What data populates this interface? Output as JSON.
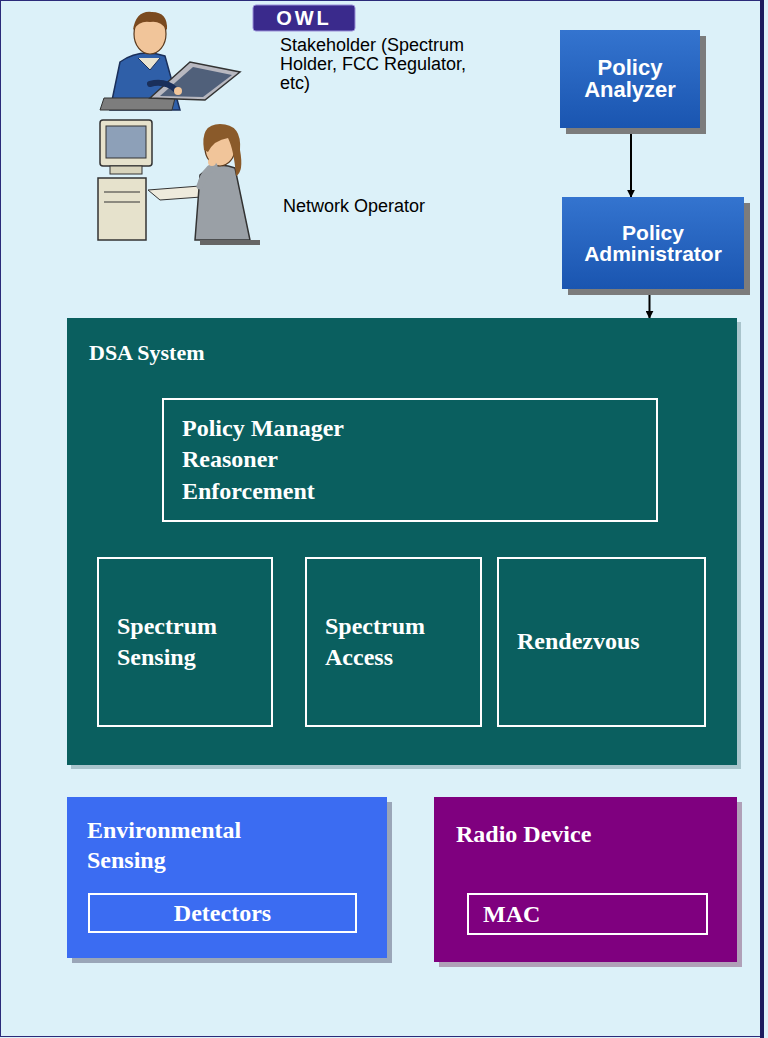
{
  "diagram": {
    "nodes": [
      {
        "text": [
          "Policy Analyzer"
        ]
      },
      {
        "text": [
          "Policy Administrator"
        ]
      },
      {
        "text": [
          "DSA System"
        ]
      },
      {
        "text": [
          "Policy Manager",
          "Reasoner",
          "Enforcement"
        ],
        "in": 2
      },
      {
        "text": [
          "Spectrum Sensing"
        ],
        "in": 2
      },
      {
        "text": [
          "Spectrum Access"
        ],
        "in": 2
      },
      {
        "text": [
          "Rendezvous"
        ],
        "in": 2
      },
      {
        "text": [
          "Environmental Sensing"
        ]
      },
      {
        "text": [
          "Detectors"
        ],
        "in": 7
      },
      {
        "text": [
          "Radio Device"
        ]
      },
      {
        "text": [
          "MAC"
        ],
        "in": 9
      }
    ],
    "edges": [
      {
        "from": 0,
        "to": 1,
        "arrow": "to"
      },
      {
        "from": 1,
        "to": 2,
        "arrow": "to"
      }
    ],
    "labels": [
      "OWL",
      "Stakeholder (Spectrum Holder, FCC Regulator, etc)",
      "Network Operator"
    ]
  }
}
